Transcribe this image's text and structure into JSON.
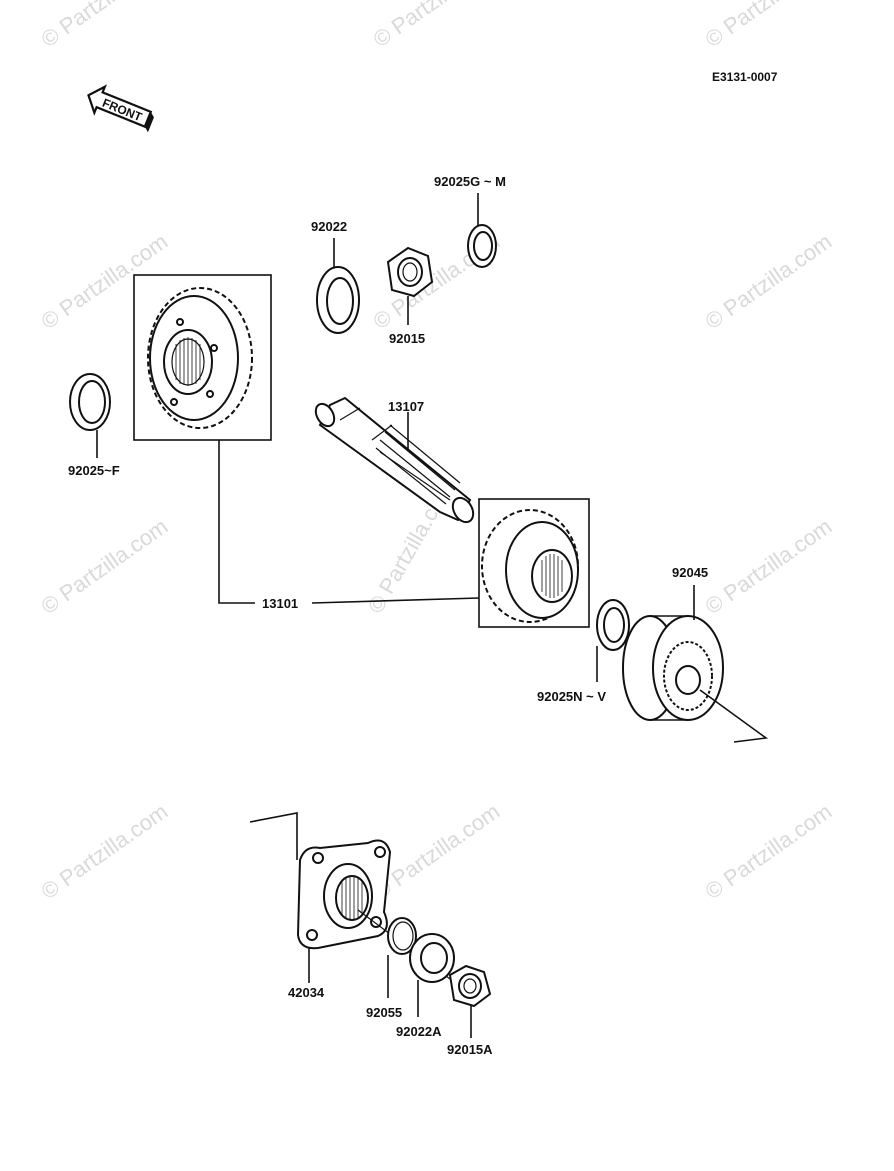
{
  "diagram_code": "E3131-0007",
  "front_label": "FRONT",
  "watermark": "© Partzilla.com",
  "parts": {
    "p92025GM": "92025G ~ M",
    "p92022": "92022",
    "p92015": "92015",
    "p92025F": "92025~F",
    "p13107": "13107",
    "p13101": "13101",
    "p92045": "92045",
    "p92025NV": "92025N ~ V",
    "p42034": "42034",
    "p92055": "92055",
    "p92022A": "92022A",
    "p92015A": "92015A"
  }
}
